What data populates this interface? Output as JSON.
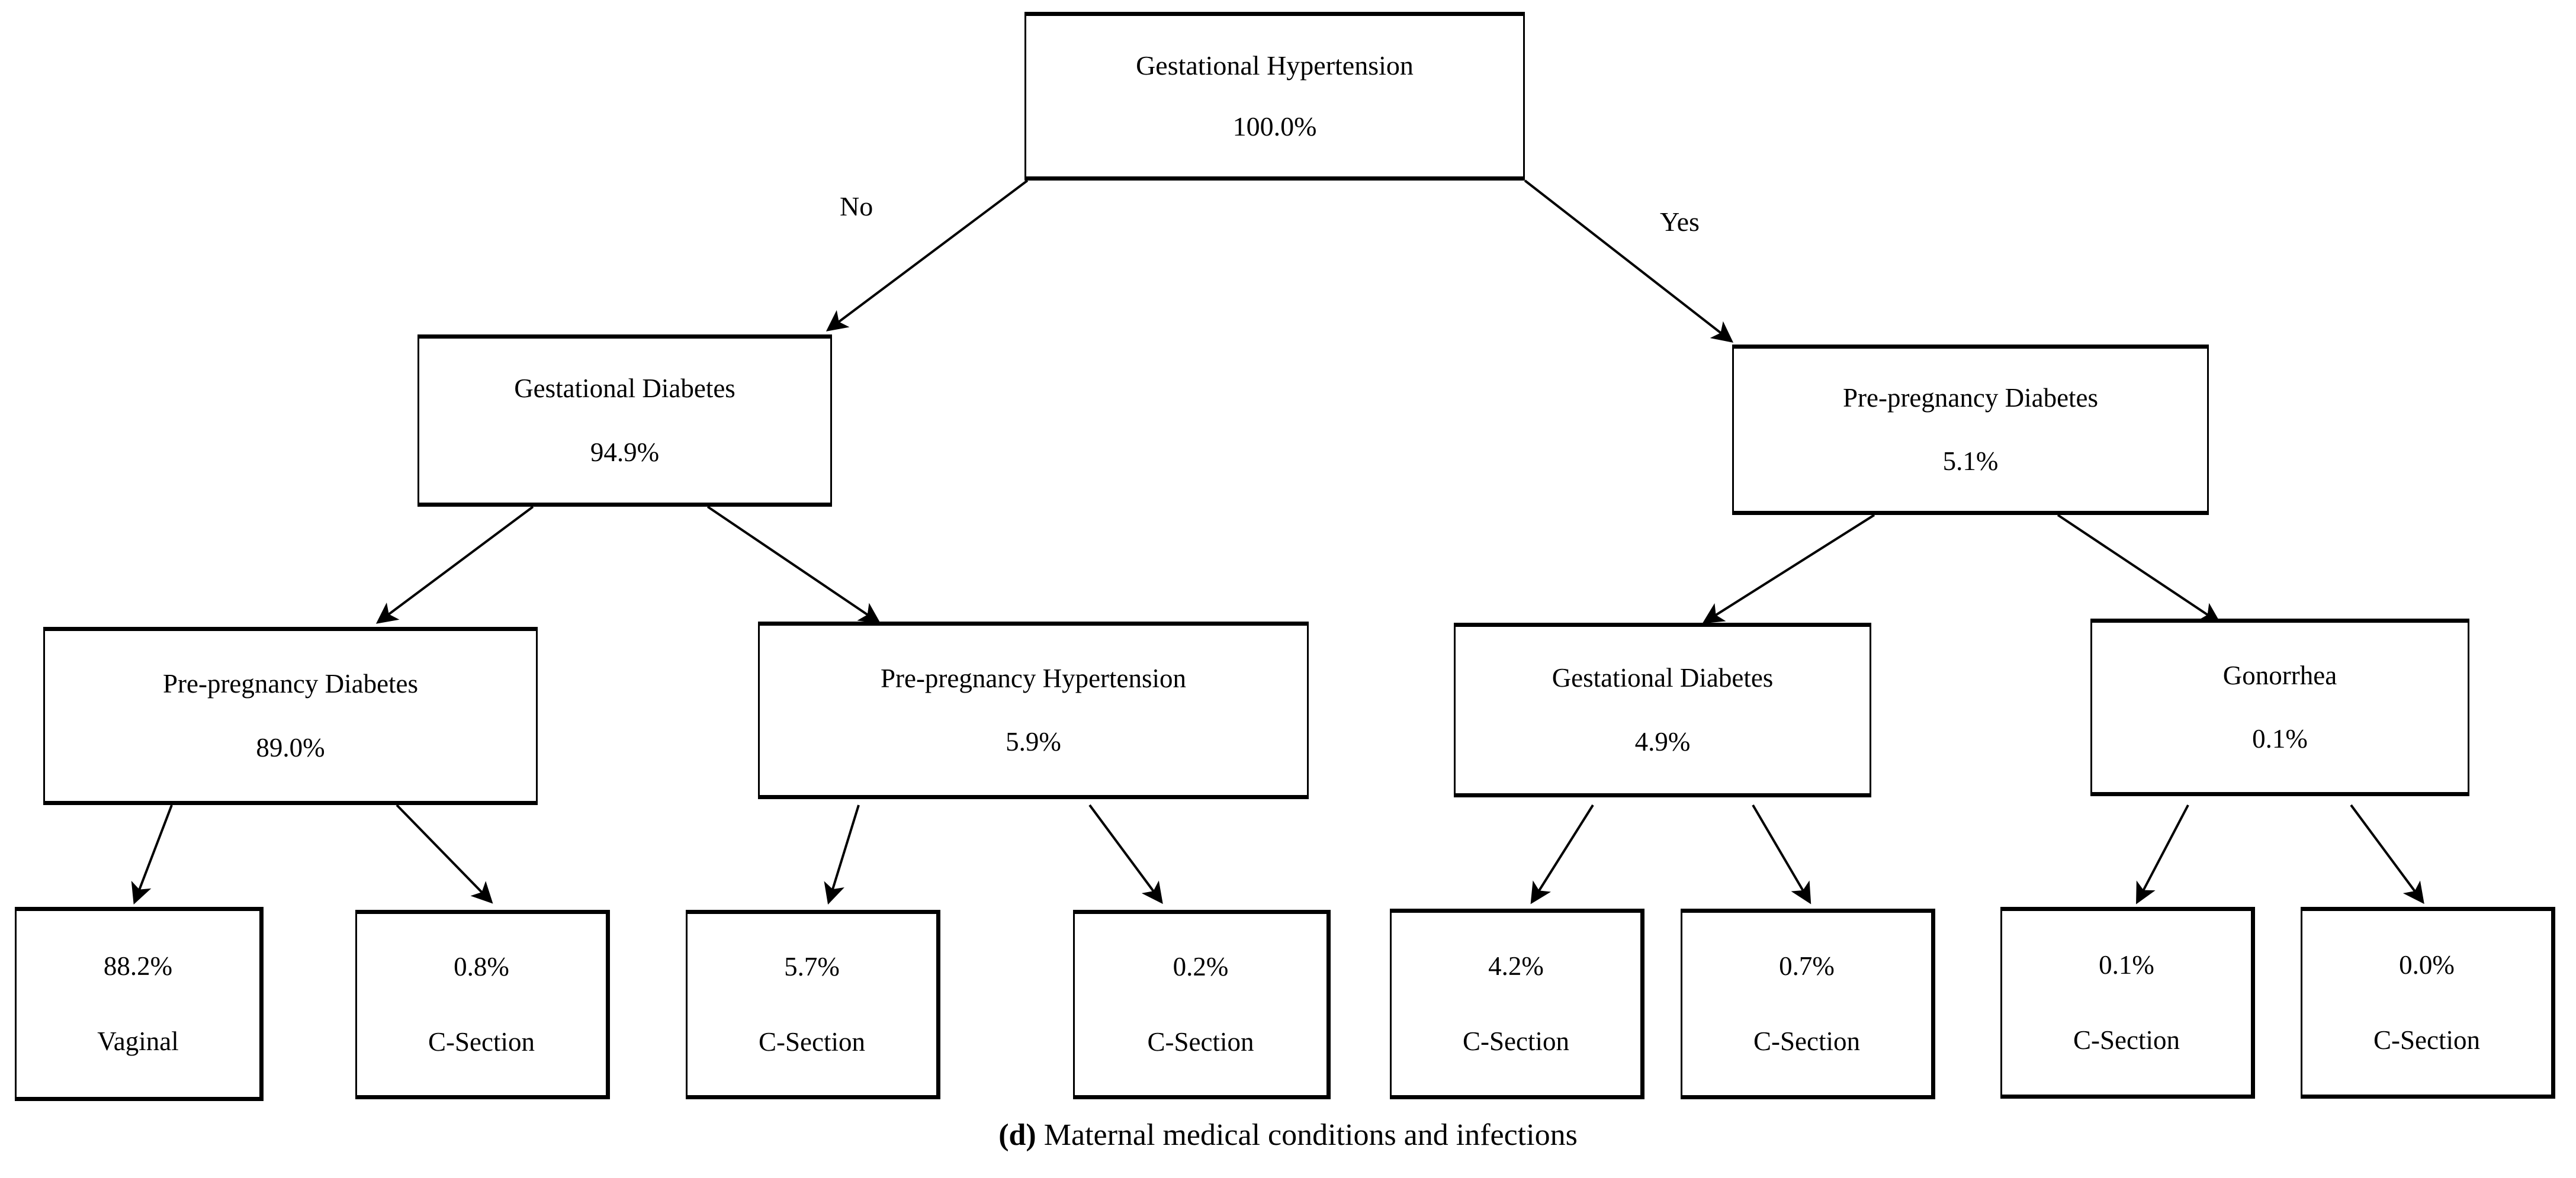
{
  "figure": {
    "caption_prefix": "(d)",
    "caption_text": " Maternal medical conditions and infections",
    "caption_full": "(d) Maternal medical conditions and infections",
    "background_color": "#ffffff",
    "line_color": "#000000"
  },
  "chart_data": {
    "type": "tree",
    "title": "(d) Maternal medical conditions and infections",
    "root_label": "Gestational Hypertension",
    "root_value": "100.0%",
    "edge_labels": [
      "No",
      "Yes"
    ],
    "nodes": [
      {
        "id": "n0",
        "level": 0,
        "label": "Gestational Hypertension",
        "value": "100.0%"
      },
      {
        "id": "n1",
        "level": 1,
        "label": "Gestational Diabetes",
        "value": "94.9%"
      },
      {
        "id": "n2",
        "level": 1,
        "label": "Pre-pregnancy Diabetes",
        "value": "5.1%"
      },
      {
        "id": "n3",
        "level": 2,
        "label": "Pre-pregnancy Diabetes",
        "value": "89.0%"
      },
      {
        "id": "n4",
        "level": 2,
        "label": "Pre-pregnancy Hypertension",
        "value": "5.9%"
      },
      {
        "id": "n5",
        "level": 2,
        "label": "Gestational Diabetes",
        "value": "4.9%"
      },
      {
        "id": "n6",
        "level": 2,
        "label": "Gonorrhea",
        "value": "0.1%"
      },
      {
        "id": "l1",
        "level": 3,
        "value": "88.2%",
        "label": "Vaginal"
      },
      {
        "id": "l2",
        "level": 3,
        "value": "0.8%",
        "label": "C-Section"
      },
      {
        "id": "l3",
        "level": 3,
        "value": "5.7%",
        "label": "C-Section"
      },
      {
        "id": "l4",
        "level": 3,
        "value": "0.2%",
        "label": "C-Section"
      },
      {
        "id": "l5",
        "level": 3,
        "value": "4.2%",
        "label": "C-Section"
      },
      {
        "id": "l6",
        "level": 3,
        "value": "0.7%",
        "label": "C-Section"
      },
      {
        "id": "l7",
        "level": 3,
        "value": "0.1%",
        "label": "C-Section"
      },
      {
        "id": "l8",
        "level": 3,
        "value": "0.0%",
        "label": "C-Section"
      }
    ],
    "edges": [
      {
        "from": "n0",
        "to": "n1",
        "label": "No"
      },
      {
        "from": "n0",
        "to": "n2",
        "label": "Yes"
      },
      {
        "from": "n1",
        "to": "n3",
        "label": ""
      },
      {
        "from": "n1",
        "to": "n4",
        "label": ""
      },
      {
        "from": "n2",
        "to": "n5",
        "label": ""
      },
      {
        "from": "n2",
        "to": "n6",
        "label": ""
      },
      {
        "from": "n3",
        "to": "l1",
        "label": ""
      },
      {
        "from": "n3",
        "to": "l2",
        "label": ""
      },
      {
        "from": "n4",
        "to": "l3",
        "label": ""
      },
      {
        "from": "n4",
        "to": "l4",
        "label": ""
      },
      {
        "from": "n5",
        "to": "l5",
        "label": ""
      },
      {
        "from": "n5",
        "to": "l6",
        "label": ""
      },
      {
        "from": "n6",
        "to": "l7",
        "label": ""
      },
      {
        "from": "n6",
        "to": "l8",
        "label": ""
      }
    ]
  },
  "tree": {
    "root": {
      "title": "Gestational Hypertension",
      "pct": "100.0%"
    },
    "labels": {
      "no": "No",
      "yes": "Yes"
    },
    "level1": [
      {
        "title": "Gestational Diabetes",
        "pct": "94.9%"
      },
      {
        "title": "Pre-pregnancy Diabetes",
        "pct": "5.1%"
      }
    ],
    "level2": [
      {
        "title": "Pre-pregnancy Diabetes",
        "pct": "89.0%"
      },
      {
        "title": "Pre-pregnancy Hypertension",
        "pct": "5.9%"
      },
      {
        "title": "Gestational Diabetes",
        "pct": "4.9%"
      },
      {
        "title": "Gonorrhea",
        "pct": "0.1%"
      }
    ],
    "leaves": [
      {
        "pct": "88.2%",
        "mode": "Vaginal"
      },
      {
        "pct": "0.8%",
        "mode": "C-Section"
      },
      {
        "pct": "5.7%",
        "mode": "C-Section"
      },
      {
        "pct": "0.2%",
        "mode": "C-Section"
      },
      {
        "pct": "4.2%",
        "mode": "C-Section"
      },
      {
        "pct": "0.7%",
        "mode": "C-Section"
      },
      {
        "pct": "0.1%",
        "mode": "C-Section"
      },
      {
        "pct": "0.0%",
        "mode": "C-Section"
      }
    ]
  }
}
